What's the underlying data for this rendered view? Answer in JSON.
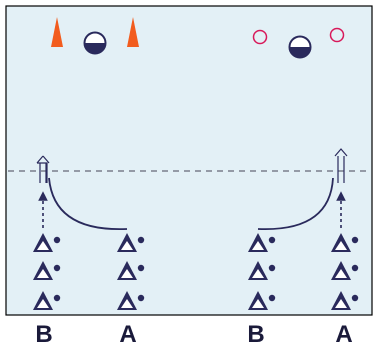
{
  "colors": {
    "field": "#e3f0f6",
    "field_border": "#000000",
    "dashed_line": "#666677",
    "player": "#2a2a5c",
    "cone": "#f25c1e",
    "ring": "#d8195a"
  },
  "players_per_group": 3,
  "groups": [
    {
      "label": "B"
    },
    {
      "label": "A"
    },
    {
      "label": "B"
    },
    {
      "label": "A"
    }
  ]
}
